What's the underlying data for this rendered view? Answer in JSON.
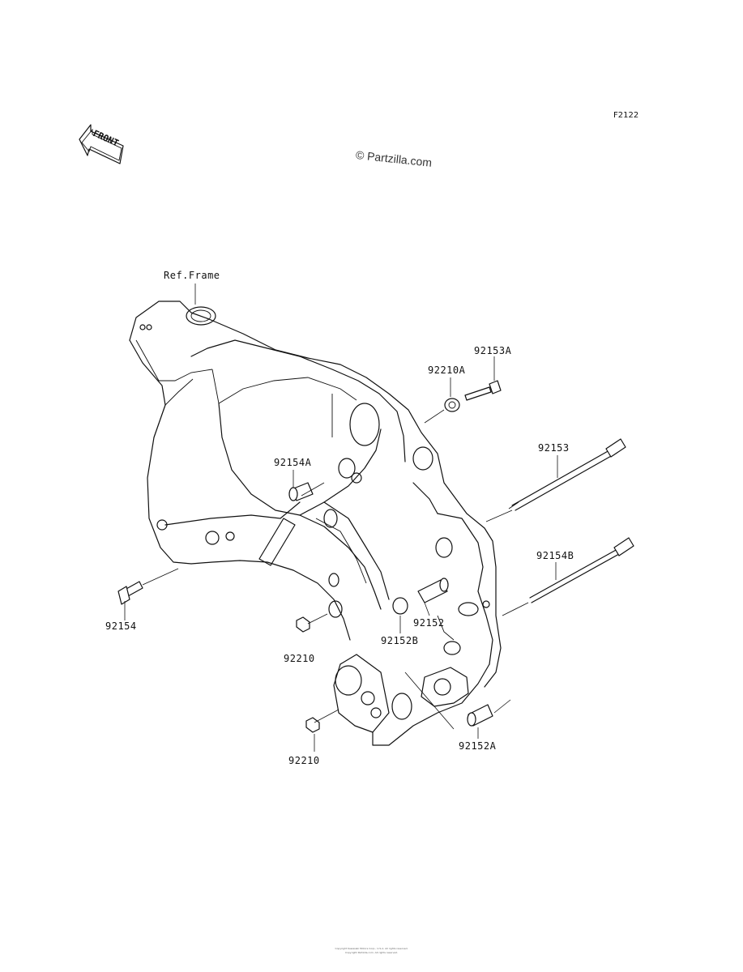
{
  "diagram": {
    "code": "F2122",
    "watermark": "© Partzilla.com",
    "front_label": "FRONT",
    "ref_frame": "Ref.Frame",
    "parts": [
      {
        "id": "92153A",
        "label": "92153A"
      },
      {
        "id": "92210A",
        "label": "92210A"
      },
      {
        "id": "92153",
        "label": "92153"
      },
      {
        "id": "92154A",
        "label": "92154A"
      },
      {
        "id": "92154B",
        "label": "92154B"
      },
      {
        "id": "92154",
        "label": "92154"
      },
      {
        "id": "92152",
        "label": "92152"
      },
      {
        "id": "92152B",
        "label": "92152B"
      },
      {
        "id": "92210-upper",
        "label": "92210"
      },
      {
        "id": "92210-lower",
        "label": "92210"
      },
      {
        "id": "92152A",
        "label": "92152A"
      }
    ],
    "footer_line1": "Copyright Kawasaki Motors Corp., U.S.A. All rights reserved.",
    "footer_line2": "Copyright Partzilla.com. All rights reserved."
  }
}
